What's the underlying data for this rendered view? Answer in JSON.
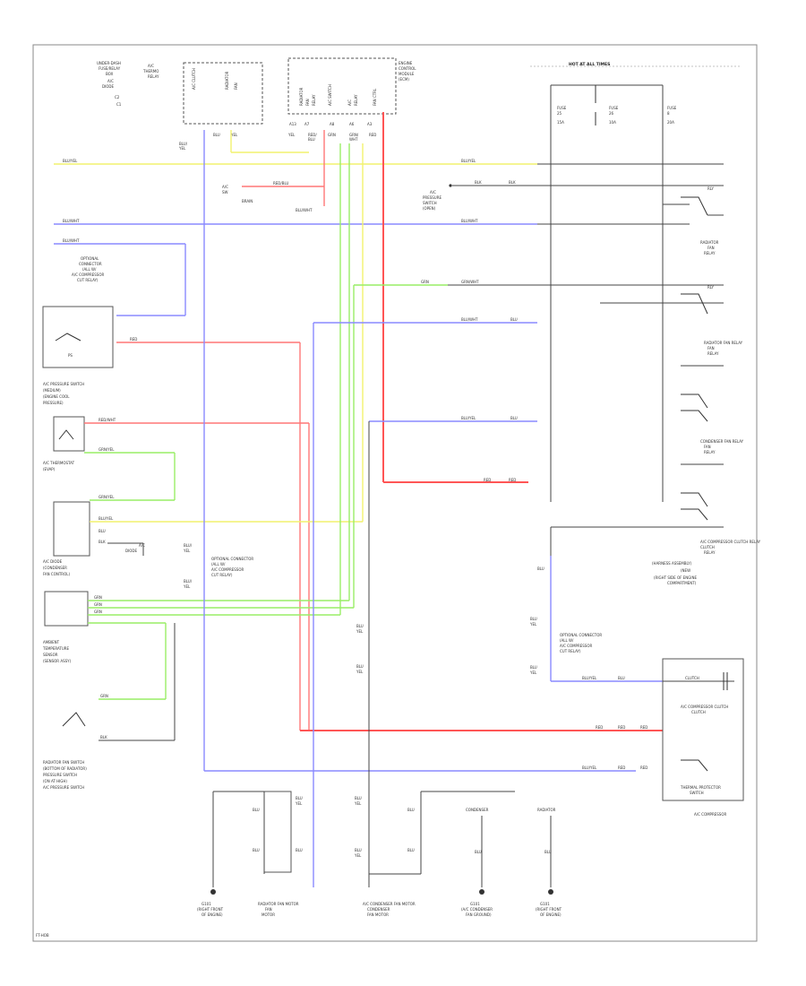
{
  "diagram": {
    "footer_code": "FT-HOB",
    "fuse_panel_title": "HOT AT ALL TIMES",
    "left_labels": [
      "A/C PRESSURE SWITCH",
      "A/C THERMOSTAT",
      "A/C DIODE",
      "RADIATOR FAN SWITCH",
      "A/C PRESSURE SWITCH"
    ],
    "right_labels": [
      "RADIATOR FAN RELAY",
      "CONDENSER FAN RELAY",
      "A/C COMPRESSOR CLUTCH RELAY",
      "A/C COMPRESSOR CLUTCH",
      "THERMAL PROTECTOR",
      "A/C COMPRESSOR"
    ],
    "optional_connector_note": "OPTIONAL CONNECTOR",
    "bottom_labels": [
      "G101",
      "RADIATOR FAN MOTOR",
      "A/C CONDENSER FAN MOTOR",
      "G101",
      "G101"
    ],
    "connector_top_left": "UNDER-DASH FUSE/RELAY BOX",
    "connector_top_right": "ENGINE CONTROL MODULE",
    "wire_labels": [
      "BLU/YEL",
      "RED/WHT",
      "BLU/WHT",
      "GRN/WHT",
      "RED",
      "BLK"
    ]
  }
}
